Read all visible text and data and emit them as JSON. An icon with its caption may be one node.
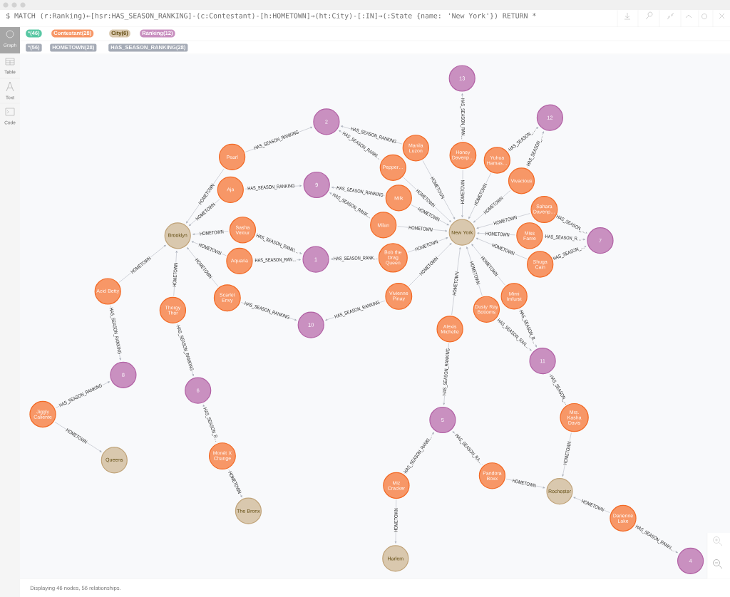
{
  "diagram": {
    "nodes": [
      {
        "text": [
          "13"
        ]
      },
      {
        "text": [
          "12"
        ]
      },
      {
        "text": [
          "2"
        ]
      },
      {
        "text": [
          "Manila Luzon"
        ]
      },
      {
        "text": [
          "Honey Davenp…"
        ]
      },
      {
        "text": [
          "Pearl"
        ]
      },
      {
        "text": [
          "Yuhua Hamas…"
        ]
      },
      {
        "text": [
          "Pepper…"
        ]
      },
      {
        "text": [
          "Vivacious"
        ]
      },
      {
        "text": [
          "9"
        ]
      },
      {
        "text": [
          "Aja"
        ]
      },
      {
        "text": [
          "Milk"
        ]
      },
      {
        "text": [
          "Sahara Davenp…"
        ]
      },
      {
        "text": [
          "Milan"
        ]
      },
      {
        "text": [
          "Sasha Velour"
        ]
      },
      {
        "text": [
          "New York"
        ]
      },
      {
        "text": [
          "Brooklyn"
        ]
      },
      {
        "text": [
          "Miss Fame"
        ]
      },
      {
        "text": [
          "7"
        ]
      },
      {
        "text": [
          "Bob the Drag Queen"
        ]
      },
      {
        "text": [
          "1"
        ]
      },
      {
        "text": [
          "Aquaria"
        ]
      },
      {
        "text": [
          "Shuga Cain"
        ]
      },
      {
        "text": [
          "Acid Betty"
        ]
      },
      {
        "text": [
          "Vivienne Pinay"
        ]
      },
      {
        "text": [
          "Mimi Imfurst"
        ]
      },
      {
        "text": [
          "Scarlet Envy"
        ]
      },
      {
        "text": [
          "Dusty Ray Bottoms"
        ]
      },
      {
        "text": [
          "Thorgy Thor"
        ]
      },
      {
        "text": [
          "10"
        ]
      },
      {
        "text": [
          "Alexis Michelle"
        ]
      },
      {
        "text": [
          "11"
        ]
      },
      {
        "text": [
          "8"
        ]
      },
      {
        "text": [
          "6"
        ]
      },
      {
        "text": [
          "Jiggly Caliente"
        ]
      },
      {
        "text": [
          "Mrs. Kasha Davis"
        ]
      },
      {
        "text": [
          "5"
        ]
      },
      {
        "text": [
          "Monét X Change"
        ]
      },
      {
        "text": [
          "Queens"
        ]
      },
      {
        "text": [
          "Pandora Boxx"
        ]
      },
      {
        "text": [
          "Miz Cracker"
        ]
      },
      {
        "text": [
          "Rochester"
        ]
      },
      {
        "text": [
          "The Bronx"
        ]
      },
      {
        "text": [
          "Darienne Lake"
        ]
      },
      {
        "text": [
          "Harlem"
        ]
      },
      {
        "text": [
          "4"
        ]
      }
    ],
    "edges": [
      {
        "from": 5,
        "to": 16,
        "arrow": "to",
        "label": "HOMETOWN"
      },
      {
        "from": 10,
        "to": 16,
        "arrow": "to",
        "label": "HOMETOWN"
      },
      {
        "from": 14,
        "to": 16,
        "arrow": "to",
        "label": "HOMETOWN"
      },
      {
        "from": 21,
        "to": 16,
        "arrow": "to",
        "label": "HOMETOWN"
      },
      {
        "from": 26,
        "to": 16,
        "arrow": "to",
        "label": "HOMETOWN"
      },
      {
        "from": 23,
        "to": 16,
        "arrow": "to",
        "label": "HOMETOWN"
      },
      {
        "from": 28,
        "to": 16,
        "arrow": "to",
        "label": "HOMETOWN"
      },
      {
        "from": 3,
        "to": 15,
        "arrow": "to",
        "label": "HOMETOWN"
      },
      {
        "from": 7,
        "to": 15,
        "arrow": "to",
        "label": "HOMETOWN"
      },
      {
        "from": 11,
        "to": 15,
        "arrow": "to",
        "label": "HOMETOWN"
      },
      {
        "from": 13,
        "to": 15,
        "arrow": "to",
        "label": "HOMETOWN"
      },
      {
        "from": 19,
        "to": 15,
        "arrow": "to",
        "label": "HOMETOWN"
      },
      {
        "from": 24,
        "to": 15,
        "arrow": "to",
        "label": "HOMETOWN"
      },
      {
        "from": 4,
        "to": 15,
        "arrow": "to",
        "label": "HOMETOWN"
      },
      {
        "from": 6,
        "to": 15,
        "arrow": "to",
        "label": "HOMETOWN"
      },
      {
        "from": 8,
        "to": 15,
        "arrow": "to",
        "label": "HOMETOWN"
      },
      {
        "from": 12,
        "to": 15,
        "arrow": "to",
        "label": "HOMETOWN"
      },
      {
        "from": 17,
        "to": 15,
        "arrow": "to",
        "label": "HOMETOWN"
      },
      {
        "from": 22,
        "to": 15,
        "arrow": "to",
        "label": "HOMETOWN"
      },
      {
        "from": 25,
        "to": 15,
        "arrow": "to",
        "label": "HOMETOWN"
      },
      {
        "from": 27,
        "to": 15,
        "arrow": "to",
        "label": "HOMETOWN"
      },
      {
        "from": 30,
        "to": 15,
        "arrow": "to",
        "label": "HOMETOWN"
      },
      {
        "from": 34,
        "to": 38,
        "arrow": "to",
        "label": "HOMETOWN"
      },
      {
        "from": 37,
        "to": 42,
        "arrow": "to",
        "label": "HOMETOWN"
      },
      {
        "from": 40,
        "to": 44,
        "arrow": "to",
        "label": "HOMETOWN"
      },
      {
        "from": 39,
        "to": 41,
        "arrow": "to",
        "label": "HOMETOWN"
      },
      {
        "from": 35,
        "to": 41,
        "arrow": "to",
        "label": "HOMETOWN"
      },
      {
        "from": 43,
        "to": 41,
        "arrow": "to",
        "label": "HOMETOWN"
      },
      {
        "from": 5,
        "to": 2,
        "arrow": "to",
        "label": "HAS_SEASON_RANKING"
      },
      {
        "from": 3,
        "to": 2,
        "arrow": "to",
        "label": "HAS_SEASON_RANKING"
      },
      {
        "from": 7,
        "to": 2,
        "arrow": "to",
        "label": "HAS_SEASON_RANKI…"
      },
      {
        "from": 10,
        "to": 9,
        "arrow": "to",
        "label": "HAS_SEASON_RANKING"
      },
      {
        "from": 11,
        "to": 9,
        "arrow": "to",
        "label": "HAS_SEASON_RANKING"
      },
      {
        "from": 13,
        "to": 9,
        "arrow": "to",
        "label": "HAS_SEASON_RANK…"
      },
      {
        "from": 14,
        "to": 20,
        "arrow": "to",
        "label": "HAS_SEASON_RANKI…"
      },
      {
        "from": 21,
        "to": 20,
        "arrow": "to",
        "label": "HAS_SEASON_RAN…"
      },
      {
        "from": 19,
        "to": 20,
        "arrow": "to",
        "label": "HAS_SEASON_RANK…"
      },
      {
        "from": 26,
        "to": 29,
        "arrow": "to",
        "label": "HAS_SEASON_RANKING"
      },
      {
        "from": 24,
        "to": 29,
        "arrow": "to",
        "label": "HAS_SEASON_RANKING"
      },
      {
        "from": 23,
        "to": 32,
        "arrow": "to",
        "label": "HAS_SEASON_RANKING"
      },
      {
        "from": 34,
        "to": 32,
        "arrow": "to",
        "label": "HAS_SEASON_RANKING"
      },
      {
        "from": 28,
        "to": 33,
        "arrow": "to",
        "label": "HAS_SEASON_RANKING"
      },
      {
        "from": 37,
        "to": 33,
        "arrow": "to",
        "label": "HAS_SEASON_R…"
      },
      {
        "from": 4,
        "to": 0,
        "arrow": "to",
        "label": "HAS_SEASON_RAN…"
      },
      {
        "from": 6,
        "to": 1,
        "arrow": "to",
        "label": "HAS_SEASON_…"
      },
      {
        "from": 8,
        "to": 1,
        "arrow": "to",
        "label": "HAS_SEASON_…"
      },
      {
        "from": 12,
        "to": 18,
        "arrow": "to",
        "label": "HAS_SEASON_…"
      },
      {
        "from": 17,
        "to": 18,
        "arrow": "to",
        "label": "HAS_SEASON_R…"
      },
      {
        "from": 22,
        "to": 18,
        "arrow": "to",
        "label": "HAS_SEASON_…"
      },
      {
        "from": 25,
        "to": 31,
        "arrow": "to",
        "label": "HAS_SEASON_R…"
      },
      {
        "from": 27,
        "to": 31,
        "arrow": "to",
        "label": "HAS_SEASON_RAN…"
      },
      {
        "from": 35,
        "to": 31,
        "arrow": "to",
        "label": "HAS_SEASON_…"
      },
      {
        "from": 30,
        "to": 36,
        "arrow": "to",
        "label": "HAS_SEASON_RANKING"
      },
      {
        "from": 40,
        "to": 36,
        "arrow": "to",
        "label": "HAS_SEASON_RANKI…"
      },
      {
        "from": 39,
        "to": 36,
        "arrow": "to",
        "label": "HAS_SEASON_RA…"
      },
      {
        "from": 43,
        "to": 45,
        "arrow": "to",
        "label": "HAS_SEASON_RANKI…"
      }
    ],
    "labels": [
      "$ MATCH (r:Ranking)←[hsr:HAS_SEASON_RANKING]-(c:Contestant)-[h:HOMETOWN]→(ht:City)-[:IN]→(:State {name: 'New York'}) RETURN *",
      "Graph",
      "Table",
      "Text",
      "Code",
      "Displaying 46 nodes, 56 relationships."
    ],
    "legend": [
      {
        "text": "*(46)",
        "color": "#57c7a3"
      },
      {
        "text": "Contestant(28)",
        "color": "#f79767"
      },
      {
        "text": "City(6)",
        "color": "#d9c8ae"
      },
      {
        "text": "Ranking(12)",
        "color": "#c990c0"
      },
      {
        "text": "*(56)",
        "color": "#a5abb6"
      },
      {
        "text": "HOMETOWN(28)",
        "color": "#a5abb6"
      },
      {
        "text": "HAS_SEASON_RANKING(28)",
        "color": "#a5abb6"
      }
    ]
  }
}
